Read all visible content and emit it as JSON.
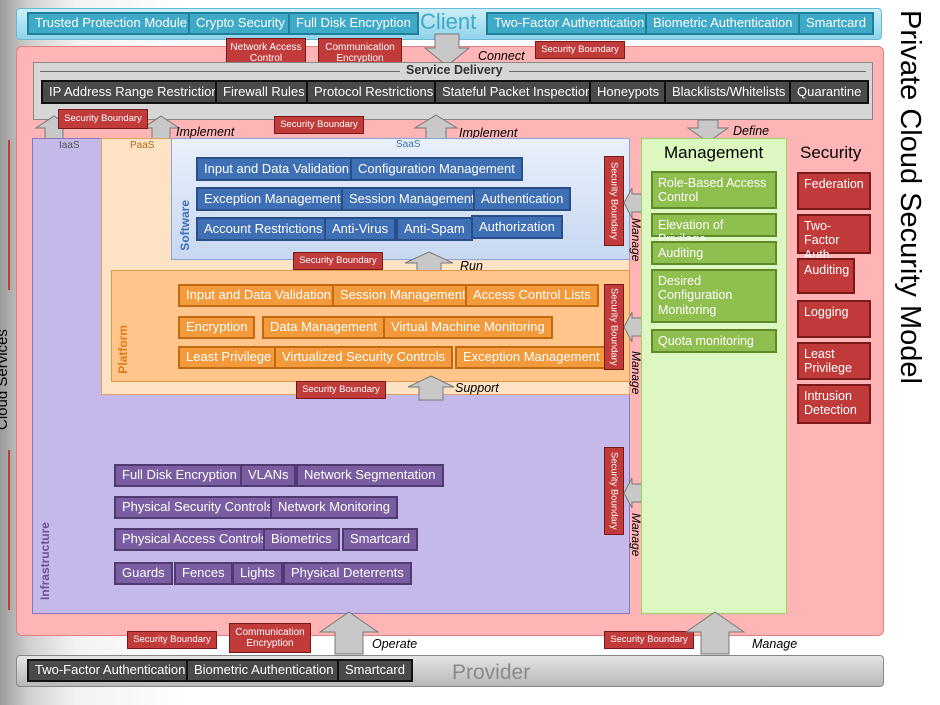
{
  "client": {
    "title": "Client",
    "items": [
      "Trusted Protection Module",
      "Crypto Security",
      "Full Disk Encryption",
      "Two-Factor Authentication",
      "Biometric Authentication",
      "Smartcard"
    ]
  },
  "side": {
    "cloud_services": "Cloud Services",
    "model_title": "Private Cloud Security Model"
  },
  "security_boundary": "Security Boundary",
  "labels": {
    "network_access_control": "Network Access Control",
    "communication_encryption": "Communication Encryption",
    "connect": "Connect",
    "implement": "Implement",
    "define": "Define",
    "run": "Run",
    "support": "Support",
    "manage": "Manage",
    "operate": "Operate"
  },
  "service_delivery": {
    "title": "Service Delivery",
    "items": [
      "IP Address Range Restrictions",
      "Firewall Rules",
      "Protocol Restrictions",
      "Stateful Packet Inspection",
      "Honeypots",
      "Blacklists/Whitelists",
      "Quarantine"
    ]
  },
  "layers": {
    "iaas": "IaaS",
    "paas": "PaaS",
    "saas": "SaaS"
  },
  "software": {
    "title": "Software",
    "items": [
      "Input and Data Validation",
      "Configuration Management",
      "Exception Management",
      "Session Management",
      "Authentication",
      "Account Restrictions",
      "Anti-Virus",
      "Anti-Spam",
      "Authorization"
    ]
  },
  "platform": {
    "title": "Platform",
    "items": [
      "Input and Data Validation",
      "Session Management",
      "Access Control Lists",
      "Encryption",
      "Data Management",
      "Virtual Machine Monitoring",
      "Least Privilege",
      "Virtualized Security Controls",
      "Exception Management"
    ]
  },
  "infrastructure": {
    "title": "Infrastructure",
    "items": [
      "Full Disk Encryption",
      "VLANs",
      "Network Segmentation",
      "Physical Security Controls",
      "Network Monitoring",
      "Physical Access Controls",
      "Biometrics",
      "Smartcard",
      "Guards",
      "Fences",
      "Lights",
      "Physical Deterrents"
    ]
  },
  "management": {
    "title": "Management",
    "items": [
      "Role-Based Access Control",
      "Elevation of Privilege",
      "Auditing",
      "Desired Configuration Monitoring",
      "Quota monitoring"
    ]
  },
  "security": {
    "title": "Security",
    "items": [
      "Federation",
      "Two-Factor Auth",
      "Auditing",
      "Logging",
      "Least Privilege",
      "Intrusion Detection"
    ]
  },
  "provider": {
    "title": "Provider",
    "items": [
      "Two-Factor Authentication",
      "Biometric Authentication",
      "Smartcard"
    ]
  },
  "colors": {
    "client_blue": "#3fa9c8",
    "cloud_pink": "#ffb0b0",
    "software_blue": "#3f6fb5",
    "platform_orange": "#f29a3c",
    "infrastructure_purple": "#7b5ea2",
    "management_green": "#8fbf4f",
    "security_red": "#c03a3a"
  }
}
